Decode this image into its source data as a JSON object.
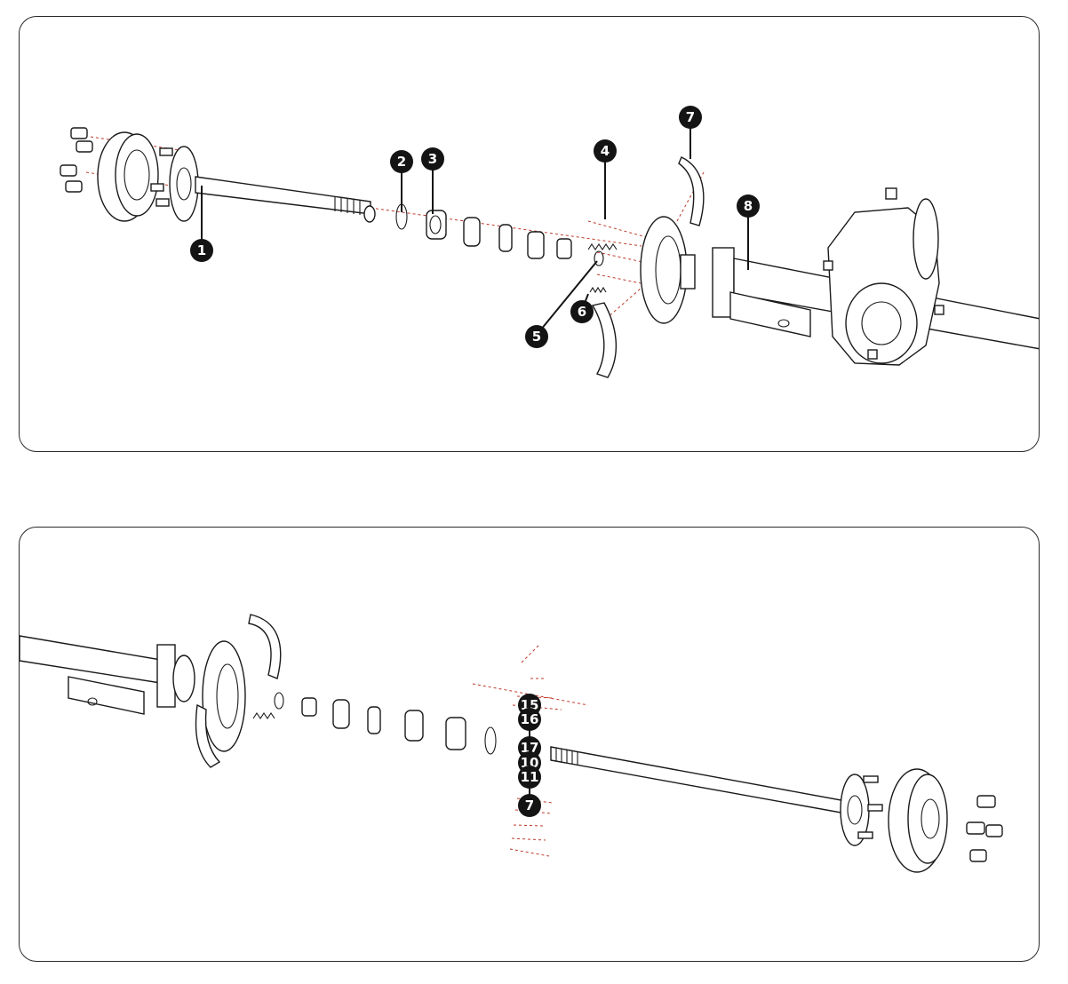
{
  "diagram": {
    "top_callouts": [
      "1",
      "2",
      "3",
      "4",
      "5",
      "6",
      "7",
      "8"
    ],
    "bottom_callouts": [
      "15",
      "16",
      "17",
      "10",
      "11",
      "7"
    ]
  },
  "colors": {
    "callout_fill": "#141414",
    "line": "#1a1a1a",
    "guide_dashes": "#c0392b"
  }
}
